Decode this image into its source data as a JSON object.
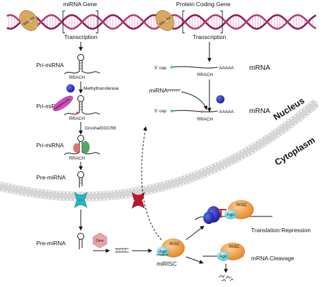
{
  "labels": {
    "mirna_gene": "miRNA Gene",
    "protein_coding_gene": "Protein Coding Gene",
    "transcription_left": "Transcription",
    "transcription_right": "Transcription",
    "pri_mirna_1": "Pri-miRNA",
    "pri_mirna_2": "Pri-miRNA",
    "pri_mirna_3": "Pri-miRNA",
    "pre_mirna_1": "Pre-miRNA",
    "pre_mirna_2": "Pre-miRNA",
    "rrach_1": "RRACH",
    "rrach_2": "RRACH",
    "rrach_3": "RRACH",
    "rrach_4": "RRACH",
    "rrach_5": "RRACH",
    "methyltransferase": "Methyltransferase",
    "drosha_dgcr8": "Drosha/DGCR8",
    "hnrnpa2b1": "hnRNPA2B1",
    "rna_pol_left": "RNA Pol",
    "rna_pol_right": "RNA Pol",
    "cap_1": "5' cap",
    "cap_2": "5' cap",
    "polya_1": "AAAAA",
    "polya_2": "AAAAA",
    "mrna_1": "mRNA",
    "mrna_2": "mRNA",
    "mirna": "miRNA",
    "nucleus": "Nucleus",
    "cytoplasm": "Cytoplasm",
    "dicer": "Dicer",
    "risc_1": "RISC",
    "ago_1": "Ago",
    "mirisc": "miRISC",
    "risc_2": "RISC",
    "ago_2": "Ago",
    "risc_3": "RISC",
    "ago_3": "Ago",
    "translation_repression": "Translation Repression",
    "mrna_cleavage": "mRNA Cleavage"
  },
  "colors": {
    "dna": "#8b1a5c",
    "rna_pol": "#d9a85f",
    "methyl_mark": "#1f2ea8",
    "hnrnp": "#d64fc0",
    "drosha": "#e05a5a",
    "dgcr8": "#3f9d5a",
    "exportin": "#1fb8c4",
    "importin": "#c0152a",
    "risc": "#f0a040",
    "ago": "#66d9e8",
    "ribosome": "#2a38b8",
    "dicer": "#e9a3a8",
    "membrane": "#d6d6d6"
  }
}
